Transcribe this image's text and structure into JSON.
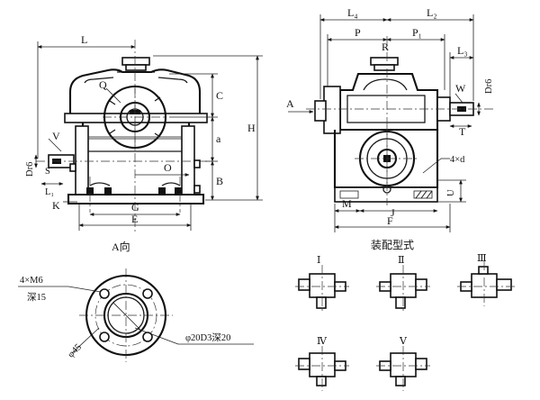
{
  "front_view": {
    "caption": "A向",
    "dims": {
      "L": "L",
      "H": "H",
      "C": "C",
      "a": "a",
      "B": "B",
      "G": "G",
      "E": "E",
      "O": "O",
      "Q": "Q",
      "V": "V",
      "Dr6": "Dr6",
      "L1": "L₁",
      "S": "S",
      "K": "K"
    }
  },
  "side_view": {
    "caption": "装配型式",
    "dims": {
      "L4": "L₄",
      "L2": "L₂",
      "P": "P",
      "R": "R",
      "P1": "P₁",
      "L3": "L₃",
      "A": "A",
      "W": "W",
      "Dr6": "Dr6",
      "T": "T",
      "hole": "4×d",
      "U": "U",
      "M": "M",
      "J": "J",
      "F": "F"
    }
  },
  "flange_detail": {
    "thread": "4×M6",
    "depth": "深15",
    "pcd": "φ45",
    "bore": "φ20D3深20"
  },
  "assembly_types": [
    "Ⅰ",
    "Ⅱ",
    "Ⅲ",
    "Ⅳ",
    "Ⅴ"
  ]
}
